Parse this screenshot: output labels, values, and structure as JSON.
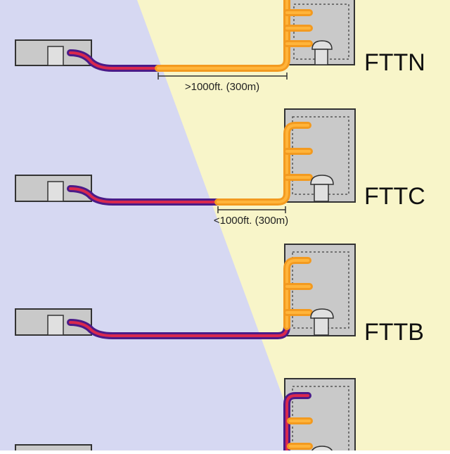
{
  "diagram": {
    "colors": {
      "copper_zone": "#d6d8f2",
      "fiber_zone": "#f8f5c9",
      "fiber_outer": "#f39a1f",
      "fiber_inner": "#ffb43a",
      "copper_outer": "#4b1b88",
      "copper_inner": "#d9284e",
      "building_fill": "#c9c9c9",
      "outline": "#333333"
    },
    "panels": [
      {
        "label": "FTTN",
        "distance": ">1000ft. (300m)"
      },
      {
        "label": "FTTC",
        "distance": "<1000ft. (300m)"
      },
      {
        "label": "FTTB",
        "distance": ""
      },
      {
        "label": "",
        "distance": ""
      }
    ]
  }
}
